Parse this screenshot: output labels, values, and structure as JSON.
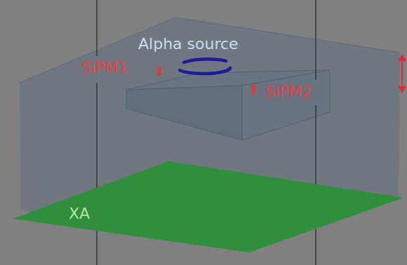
{
  "diagram": {
    "nodes": [
      {
        "text": [
          "XA"
        ]
      }
    ],
    "labels": [
      "Alpha source",
      "SiPM1",
      "SiPM2"
    ]
  }
}
